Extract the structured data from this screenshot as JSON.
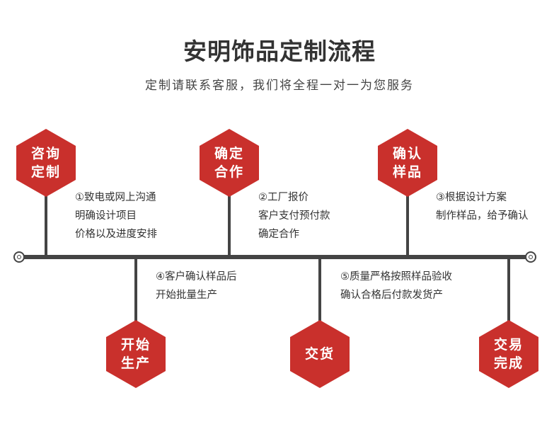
{
  "title": "安明饰品定制流程",
  "subtitle": "定制请联系客服，我们将全程一对一为您服务",
  "steps_top": [
    {
      "label_lines": [
        "咨询",
        "定制"
      ],
      "desc": [
        "①致电或网上沟通",
        "明确设计项目",
        "价格以及进度安排"
      ]
    },
    {
      "label_lines": [
        "确定",
        "合作"
      ],
      "desc": [
        "②工厂报价",
        "客户支付预付款",
        "确定合作"
      ]
    },
    {
      "label_lines": [
        "确认",
        "样品"
      ],
      "desc": [
        "③根据设计方案",
        "制作样品，给予确认"
      ]
    }
  ],
  "steps_bottom": [
    {
      "label_lines": [
        "开始",
        "生产"
      ],
      "desc": [
        "④客户确认样品后",
        "开始批量生产"
      ]
    },
    {
      "label_lines": [
        "交货"
      ],
      "desc": [
        "⑤质量严格按照样品验收",
        "确认合格后付款发货产"
      ]
    },
    {
      "label_lines": [
        "交易",
        "完成"
      ],
      "desc": []
    }
  ],
  "colors": {
    "accent": "#c9302c",
    "line": "#444444"
  }
}
